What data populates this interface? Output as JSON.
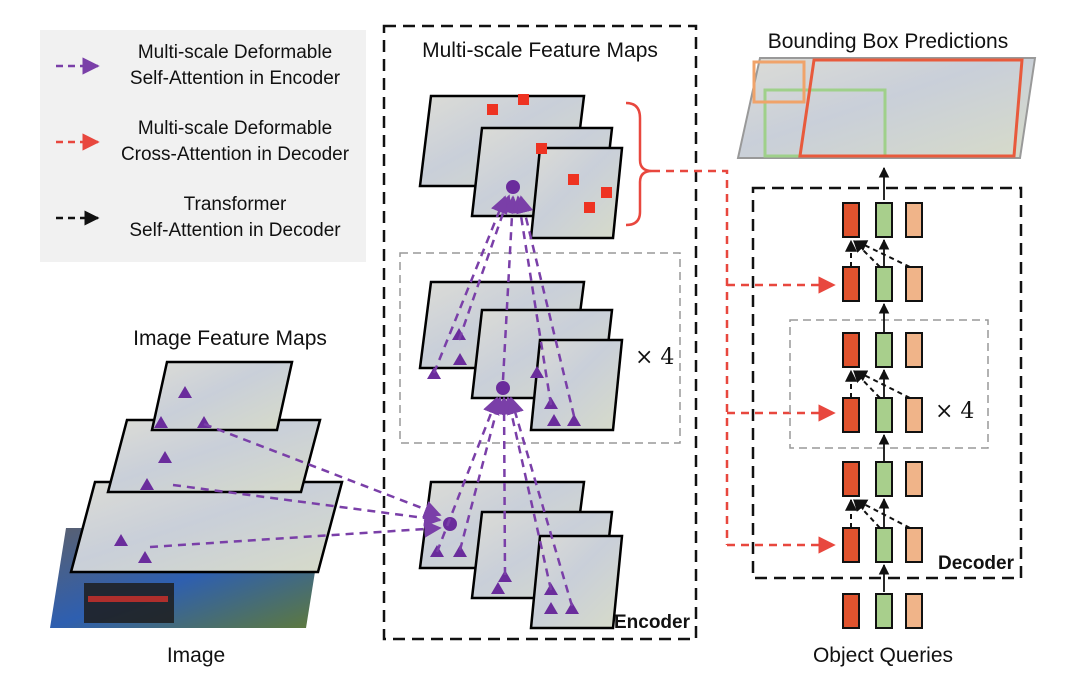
{
  "legend": {
    "items": [
      {
        "line1": "Multi-scale Deformable",
        "line2": "Self-Attention in Encoder",
        "color": "#7a3fa8"
      },
      {
        "line1": "Multi-scale Deformable",
        "line2": "Cross-Attention in Decoder",
        "color": "#e8473e"
      },
      {
        "line1": "Transformer",
        "line2": "Self-Attention in Decoder",
        "color": "#111111"
      }
    ]
  },
  "labels": {
    "image_feature_maps": "Image Feature Maps",
    "image": "Image",
    "multiscale_feature_maps": "Multi-scale Feature Maps",
    "encoder": "Encoder",
    "repeat_encoder": "× 4",
    "bounding_box_predictions": "Bounding Box Predictions",
    "decoder": "Decoder",
    "repeat_decoder": "× 4",
    "object_queries": "Object Queries"
  },
  "colors": {
    "encoder_attention": "#7a3fa8",
    "cross_attention": "#e8473e",
    "decoder_self_attention": "#111111",
    "query_red": "#e0532e",
    "query_green": "#a8cf8c",
    "query_orange": "#f0b489",
    "sampling_point": "#ee3322",
    "reference_marker": "#6a2c9c"
  }
}
